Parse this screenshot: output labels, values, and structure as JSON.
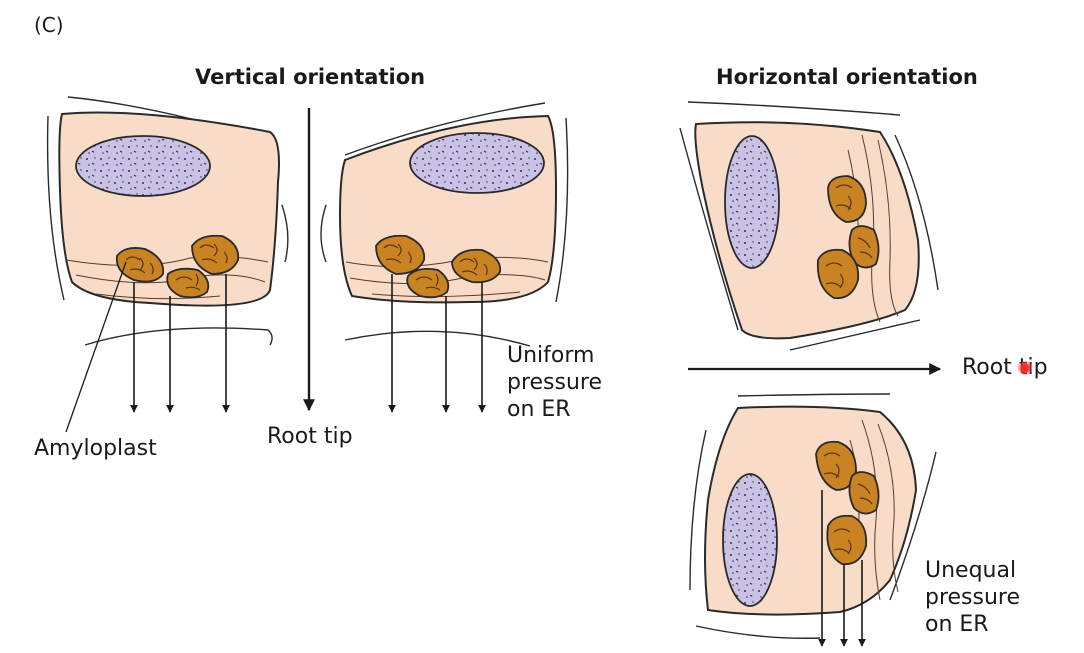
{
  "panel_label": "(C)",
  "vertical": {
    "title": "Vertical orientation",
    "root_tip_label": "Root tip",
    "amyloplast_label": "Amyloplast",
    "pressure_label": [
      "Uniform",
      "pressure",
      "on ER"
    ]
  },
  "horizontal": {
    "title": "Horizontal orientation",
    "root_tip_label": "Root tip",
    "pressure_label": [
      "Unequal",
      "pressure",
      "on ER"
    ]
  },
  "colors": {
    "cell_fill": "#f9dcc8",
    "nucleus_fill": "#c9c2e6",
    "amyloplast_fill": "#c98322",
    "outline": "#2a2a2a"
  }
}
